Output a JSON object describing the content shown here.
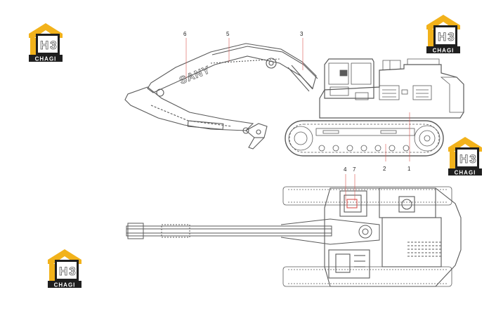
{
  "callouts": [
    {
      "id": "c1",
      "label": "1"
    },
    {
      "id": "c2",
      "label": "2"
    },
    {
      "id": "c3",
      "label": "3"
    },
    {
      "id": "c4",
      "label": "4"
    },
    {
      "id": "c5",
      "label": "5"
    },
    {
      "id": "c6",
      "label": "6"
    },
    {
      "id": "c7",
      "label": "7"
    }
  ],
  "boom_brand": "SANY",
  "logo": {
    "mark": "H3",
    "caption": "CHAGI",
    "roof_color": "#f2b21b",
    "frame_color": "#1f1f1f"
  },
  "line_color": "#5a5a5a",
  "callout_line_color": "#d9534f"
}
